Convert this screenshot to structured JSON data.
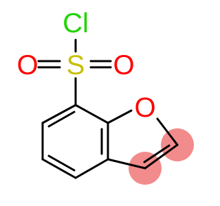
{
  "molecule": {
    "atoms": {
      "chlorine": "Cl",
      "sulfur": "S",
      "oxygen_left": "O",
      "oxygen_right": "O",
      "ring_oxygen": "O"
    },
    "colors": {
      "bond": "#000000",
      "chlorine": "#1fd400",
      "sulfur": "#c7bf00",
      "oxygen": "#ff0000",
      "highlight": "#f28b8b"
    }
  }
}
